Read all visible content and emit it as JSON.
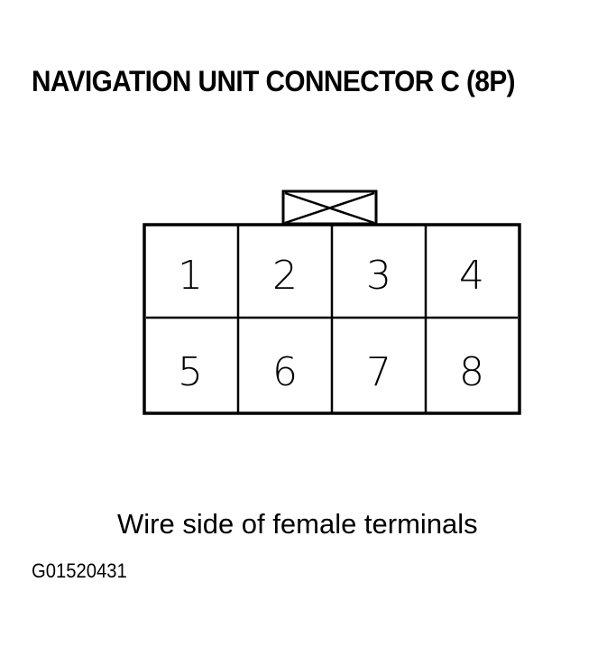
{
  "title": "NAVIGATION UNIT CONNECTOR C (8P)",
  "connector": {
    "type": "8-pin female connector",
    "rows": 2,
    "columns": 4,
    "pins": [
      {
        "label": "1"
      },
      {
        "label": "2"
      },
      {
        "label": "3"
      },
      {
        "label": "4"
      },
      {
        "label": "5"
      },
      {
        "label": "6"
      },
      {
        "label": "7"
      },
      {
        "label": "8"
      }
    ],
    "latch": "locking-tab-icon"
  },
  "caption": "Wire side of female terminals",
  "figure_code": "G01520431",
  "colors": {
    "line": "#000000",
    "background": "#ffffff"
  }
}
